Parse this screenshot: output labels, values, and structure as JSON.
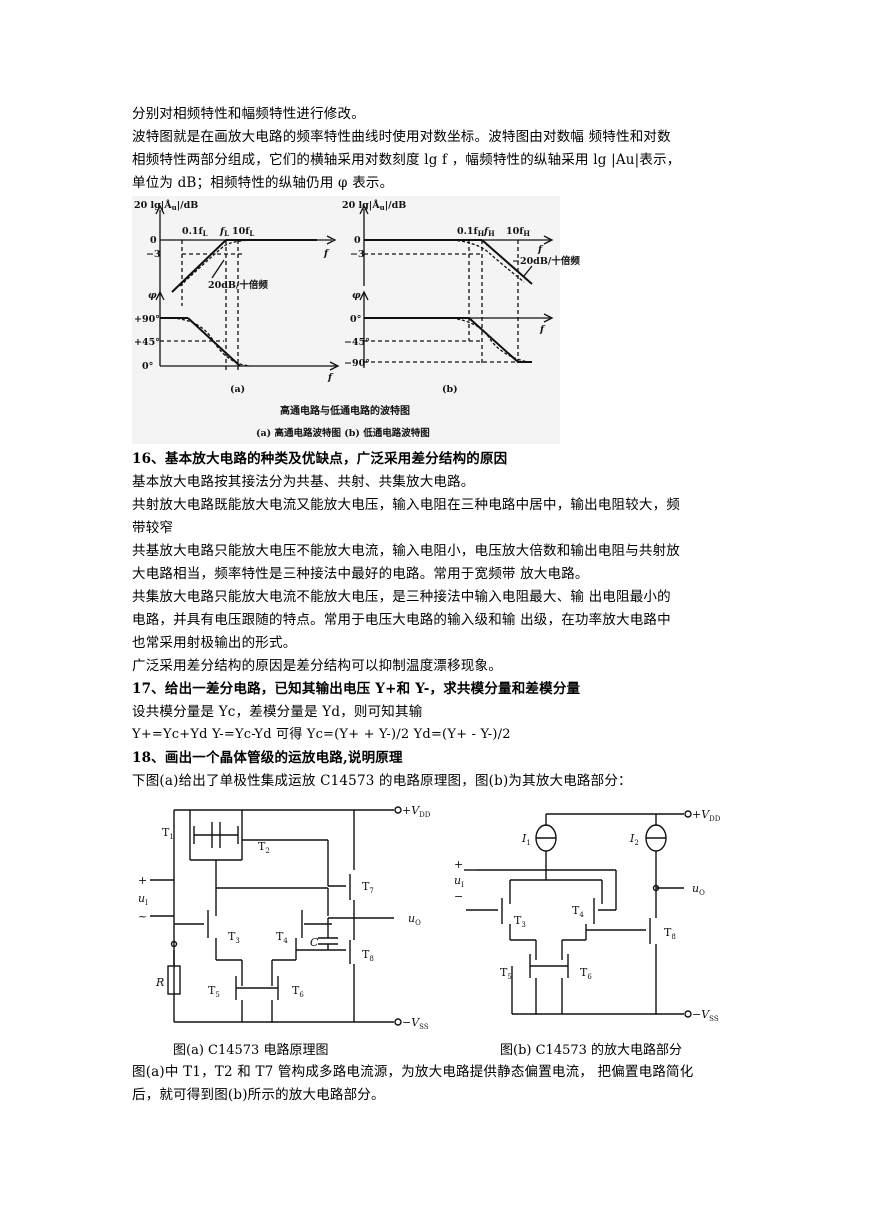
{
  "lines": {
    "l1": "分别对相频特性和幅频特性进行修改。",
    "l2": "波特图就是在画放大电路的频率特性曲线时使用对数坐标。波特图由对数幅  频特性和对数",
    "l3": "相频特性两部分组成，它们的横轴采用对数刻度  lg f ，幅频特性的纵轴采用  lg |Au|表示，",
    "l4": "单位为  dB；相频特性的纵轴仍用 φ 表示。",
    "h16": "16、基本放大电路的种类及优缺点，广泛采用差分结构的原因",
    "p16a": "基本放大电路按其接法分为共基、共射、共集放大电路。",
    "p16b1": "共射放大电路既能放大电流又能放大电压，输入电阻在三种电路中居中，输出电阻较大，频",
    "p16b2": "带较窄",
    "p16c1": "共基放大电路只能放大电压不能放大电流，输入电阻小，电压放大倍数和输出电阻与共射放",
    "p16c2": "大电路相当，频率特性是三种接法中最好的电路。常用于宽频带  放大电路。",
    "p16d1": "共集放大电路只能放大电流不能放大电压，是三种接法中输入电阻最大、输  出电阻最小的",
    "p16d2": "电路，并具有电压跟随的特点。常用于电压大电路的输入级和输  出级，在功率放大电路中",
    "p16d3": "也常采用射极输出的形式。",
    "p16e": "广泛采用差分结构的原因是差分结构可以抑制温度漂移现象。",
    "h17": "17、给出一差分电路，已知其输出电压  Y+和  Y-，求共模分量和差模分量",
    "p17a": "设共模分量是  Yc，差模分量是  Yd，则可知其输",
    "p17b": "Y+=Yc+Yd     Y-=Yc-Yd       可得    Yc=(Y+ + Y-)/2    Yd=(Y+ - Y-)/2",
    "h18": "18、画出一个晶体管级的运放电路,说明原理",
    "p18a": "下图(a)给出了单极性集成运放  C14573  的电路原理图，图(b)为其放大电路部分：",
    "cap_a": "图(a) C14573  电路原理图",
    "cap_b": "图(b) C14573  的放大电路部分",
    "p18b1": "图(a)中 T1，T2 和 T7 管构成多路电流源，为放大电路提供静态偏置电流，  把偏置电路简化",
    "p18b2": "后，就可得到图(b)所示的放大电路部分。"
  },
  "bode": {
    "ylabel_mag": "20 lg|Å",
    "ylabel_mag_sub": "u",
    "ylabel_mag_tail": "|/dB",
    "zero": "0",
    "minus3": "−3",
    "a_0_1fl": "0.1f",
    "a_fl": "f",
    "a_10fl": "10f",
    "sub_L": "L",
    "sub_H": "H",
    "f": "f",
    "slope_a": "20dB/十倍频",
    "slope_b": "−20dB/十倍频",
    "phi": "φ",
    "p90": "+90°",
    "p45": "+45°",
    "deg0": "0°",
    "m45": "−45°",
    "m90": "−90°",
    "label_a": "(a)",
    "label_b": "(b)",
    "title": "高通电路与低通电路的波特图",
    "subtitle": "(a) 高通电路波特图  (b) 低通电路波特图"
  },
  "circuit_a": {
    "vdd": "+V",
    "vdd_sub": "DD",
    "vss": "−V",
    "vss_sub": "SS",
    "plus": "+",
    "minus": "~",
    "ui": "u",
    "ui_sub": "I",
    "uo": "u",
    "uo_sub": "O",
    "R": "R",
    "C": "C",
    "T1": "T",
    "T1s": "1",
    "T2": "T",
    "T2s": "2",
    "T3": "T",
    "T3s": "3",
    "T4": "T",
    "T4s": "4",
    "T5": "T",
    "T5s": "5",
    "T6": "T",
    "T6s": "6",
    "T7": "T",
    "T7s": "7",
    "T8": "T",
    "T8s": "8"
  },
  "circuit_b": {
    "vdd": "+V",
    "vdd_sub": "DD",
    "vss": "−V",
    "vss_sub": "SS",
    "I1": "I",
    "I1s": "1",
    "I2": "I",
    "I2s": "2",
    "plus": "+",
    "minus": "−",
    "ui": "u",
    "ui_sub": "I",
    "uo": "u",
    "uo_sub": "O",
    "T3": "T",
    "T3s": "3",
    "T4": "T",
    "T4s": "4",
    "T5": "T",
    "T5s": "5",
    "T6": "T",
    "T6s": "6",
    "T8": "T",
    "T8s": "8"
  }
}
